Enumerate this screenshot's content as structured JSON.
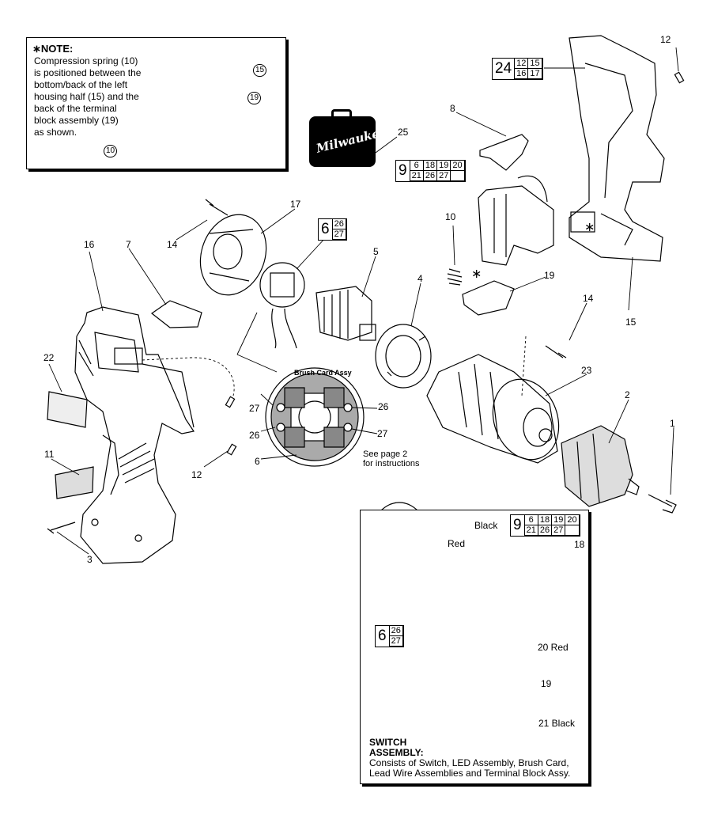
{
  "note": {
    "star": "∗",
    "title": "NOTE:",
    "lines": [
      "Compression spring (10)",
      "is positioned between the",
      "bottom/back of the left",
      "housing half (15) and the",
      "back of the terminal",
      "block assembly (19)",
      "as shown."
    ],
    "callouts": [
      "15",
      "19",
      "10"
    ]
  },
  "case_logo": "Milwaukee",
  "parts": {
    "p1": "1",
    "p2": "2",
    "p3": "3",
    "p4": "4",
    "p5": "5",
    "p6": "6",
    "p7": "7",
    "p8": "8",
    "p10": "10",
    "p11": "11",
    "p12a": "12",
    "p12b": "12",
    "p14a": "14",
    "p14b": "14",
    "p15": "15",
    "p16": "16",
    "p17": "17",
    "p19": "19",
    "p22": "22",
    "p23": "23",
    "p25": "25",
    "star": "∗"
  },
  "groups": {
    "g24": {
      "main": "24",
      "items": [
        "12",
        "15",
        "16",
        "17"
      ]
    },
    "g9": {
      "main": "9",
      "items": [
        "6",
        "18",
        "19",
        "20",
        "21",
        "26",
        "27",
        ""
      ]
    },
    "g6": {
      "main": "6",
      "items": [
        "26",
        "27"
      ]
    },
    "g9b": {
      "main": "9",
      "items": [
        "6",
        "18",
        "19",
        "20",
        "21",
        "26",
        "27",
        ""
      ]
    },
    "g6b": {
      "main": "6",
      "items": [
        "26",
        "27"
      ]
    }
  },
  "brush_card": {
    "title": "Brush Card Assy",
    "labels": [
      "27",
      "26",
      "26",
      "27"
    ],
    "see_page": [
      "See page 2",
      "for instructions"
    ]
  },
  "switch": {
    "labels": {
      "black": "Black",
      "red": "Red",
      "p18": "18",
      "p20": "20  Red",
      "p19": "19",
      "p21": "21  Black"
    },
    "title": [
      "SWITCH",
      "ASSEMBLY:"
    ],
    "desc": [
      "Consists of Switch, LED Assembly, Brush Card,",
      "Lead Wire Assemblies and Terminal Block Assy."
    ]
  }
}
